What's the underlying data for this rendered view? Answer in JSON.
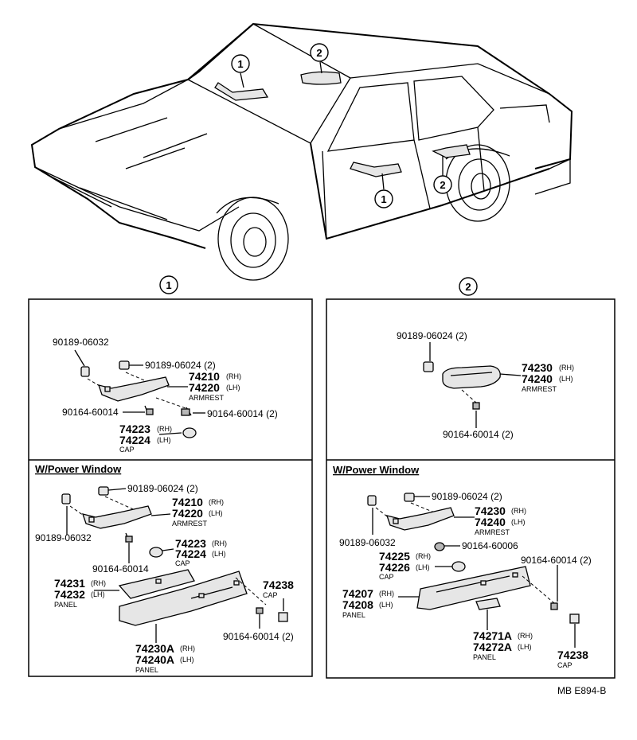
{
  "callouts": {
    "one": "1",
    "two": "2"
  },
  "panel1": {
    "top": {
      "p90189_06032": "90189-06032",
      "p90189_06024": "90189-06024 (2)",
      "p74210": "74210",
      "p74210_side": "(RH)",
      "p74220": "74220",
      "p74220_side": "(LH)",
      "armrest": "ARMREST",
      "p90164_a": "90164-60014",
      "p90164_b": "90164-60014 (2)",
      "p74223": "74223",
      "p74223_side": "(RH)",
      "p74224": "74224",
      "p74224_side": "(LH)",
      "cap": "CAP"
    },
    "bottom": {
      "header": "W/Power Window",
      "p90189_06024": "90189-06024 (2)",
      "p74210": "74210",
      "p74210_side": "(RH)",
      "p74220": "74220",
      "p74220_side": "(LH)",
      "armrest": "ARMREST",
      "p90189_06032": "90189-06032",
      "p74223": "74223",
      "p74223_side": "(RH)",
      "p74224": "74224",
      "p74224_side": "(LH)",
      "cap": "CAP",
      "p90164": "90164-60014",
      "p74231": "74231",
      "p74231_side": "(RH)",
      "p74232": "74232",
      "p74232_side": "(LH)",
      "panel_a": "PANEL",
      "p74238": "74238",
      "cap2": "CAP",
      "p90164_b": "90164-60014 (2)",
      "p74230A": "74230A",
      "p74230A_side": "(RH)",
      "p74240A": "74240A",
      "p74240A_side": "(LH)",
      "panel_b": "PANEL"
    }
  },
  "panel2": {
    "top": {
      "p90189_06024": "90189-06024 (2)",
      "p74230": "74230",
      "p74230_side": "(RH)",
      "p74240": "74240",
      "p74240_side": "(LH)",
      "armrest": "ARMREST",
      "p90164": "90164-60014 (2)"
    },
    "bottom": {
      "header": "W/Power Window",
      "p90189_06024": "90189-06024 (2)",
      "p74230": "74230",
      "p74230_side": "(RH)",
      "p74240": "74240",
      "p74240_side": "(LH)",
      "armrest": "ARMREST",
      "p90189_06032": "90189-06032",
      "p90164_60006": "90164-60006",
      "p74225": "74225",
      "p74225_side": "(RH)",
      "p74226": "74226",
      "p74226_side": "(LH)",
      "cap": "CAP",
      "p90164_b": "90164-60014 (2)",
      "p74207": "74207",
      "p74207_side": "(RH)",
      "p74208": "74208",
      "p74208_side": "(LH)",
      "panel_a": "PANEL",
      "p74271A": "74271A",
      "p74271A_side": "(RH)",
      "p74272A": "74272A",
      "p74272A_side": "(LH)",
      "panel_b": "PANEL",
      "p74238": "74238",
      "cap2": "CAP"
    }
  },
  "footer_code": "MB E894-B"
}
